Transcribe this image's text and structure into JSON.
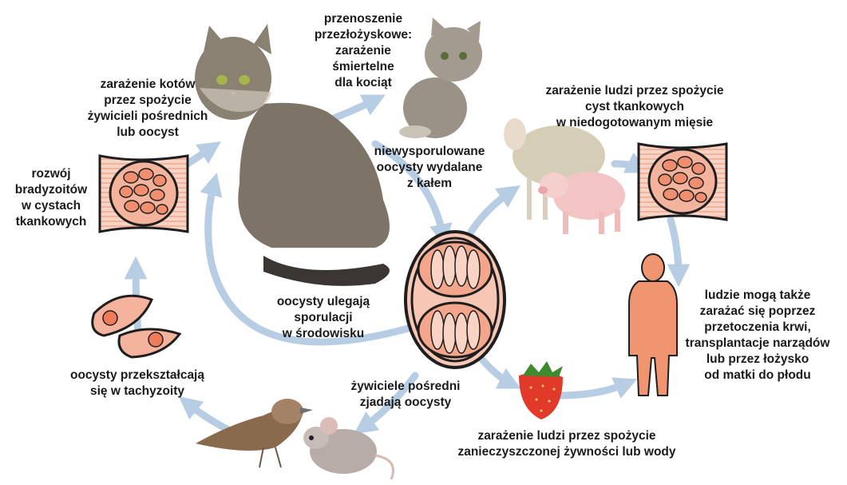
{
  "labels": {
    "cats_infection": [
      "zarażenie kotów",
      "przez spożycie",
      "żywicieli pośrednich",
      "lub oocyst"
    ],
    "transplacental": [
      "przenoszenie",
      "przezłożyskowe:",
      "zarażenie",
      "śmiertelne",
      "dla kociąt"
    ],
    "human_meat": [
      "zarażenie ludzi przez spożycie",
      "cyst tkankowych",
      "w niedogotowanym mięsie"
    ],
    "bradyzoites": [
      "rozwój",
      "bradyzoitów",
      "w cystach",
      "tkankowych"
    ],
    "oocysts_shed": [
      "niewysporulowane",
      "oocysty wydalane",
      "z kałem"
    ],
    "sporulation": [
      "oocysty ulegają",
      "sporulacji",
      "w środowisku"
    ],
    "human_other": [
      "ludzie mogą także",
      "zarażać się poprzez",
      "przetoczenia krwi,",
      "transplantacje narządów",
      "lub przez łożysko",
      "od matki do płodu"
    ],
    "tachyzoites": [
      "oocysty przekształcają",
      "się w tachyzoity"
    ],
    "intermediate_hosts": [
      "żywiciele pośredni",
      "zjadają oocysty"
    ],
    "human_food": [
      "zarażenie ludzi przez spożycie",
      "zanieczyszczonej żywności lub wody"
    ]
  },
  "colors": {
    "arrow": "#b7cde4",
    "cyst_fill": "#f2a58c",
    "cyst_outline": "#222222",
    "tissue": "#f7c9b8",
    "human": "#f0956f"
  }
}
